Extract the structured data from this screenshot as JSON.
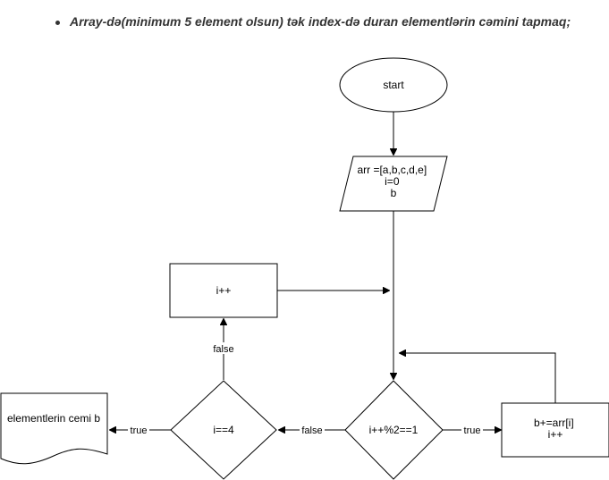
{
  "task": {
    "text": "Array-də(minimum 5 element olsun) tək index-də duran elementlərin cəmini tapmaq;"
  },
  "flowchart": {
    "nodes": {
      "start": {
        "lines": [
          "start"
        ]
      },
      "input": {
        "lines": [
          "arr =[a,b,c,d,e]",
          "i=0",
          "b"
        ]
      },
      "increment": {
        "lines": [
          "i++"
        ]
      },
      "odd_check": {
        "lines": [
          "i++%2==1"
        ]
      },
      "sum": {
        "lines": [
          "b+=arr[i]",
          "i++"
        ]
      },
      "end_check": {
        "lines": [
          "i==4"
        ]
      },
      "output": {
        "lines": [
          "elementlerin cemi b"
        ]
      }
    },
    "edge_labels": {
      "odd_true": "true",
      "odd_false": "false",
      "end_false": "false",
      "end_true": "true"
    }
  }
}
